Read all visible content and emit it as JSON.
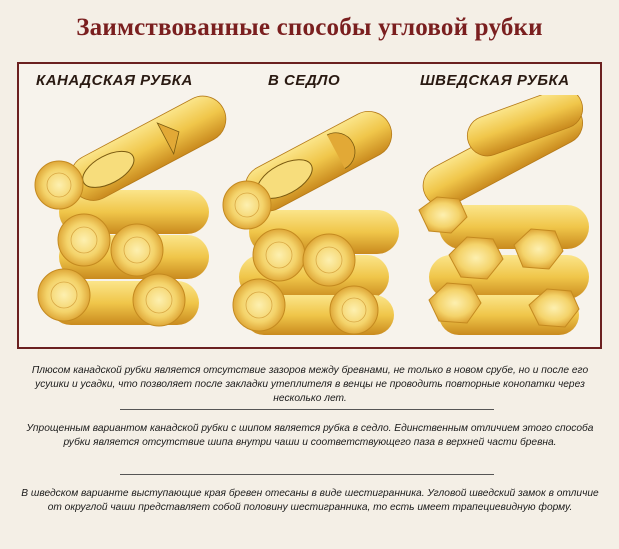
{
  "title": "Заимствованные способы угловой рубки",
  "methods": [
    {
      "label": "КАНАДСКАЯ РУБКА"
    },
    {
      "label": "В СЕДЛО"
    },
    {
      "label": "ШВЕДСКАЯ РУБКА"
    }
  ],
  "paragraphs": [
    "Плюсом канадской рубки является отсутствие зазоров между бревнами, не только в новом срубе, но и после его усушки и усадки, что позволяет после закладки утеплителя в венцы не проводить повторные конопатки через несколько лет.",
    "Упрощенным вариантом канадской рубки с шипом является рубка в седло. Единственным отличием этого способа рубки является отсутствие шипа внутри чаши и соответствующего паза в верхней части бревна.",
    "В шведском варианте выступающие края бревен отесаны в виде шестигранника. Угловой шведский замок в отличие от округлой чаши представляет собой половину шестигранника, то есть имеет трапециевидную форму."
  ],
  "colors": {
    "title": "#7a1f1f",
    "frame": "#6b2020",
    "wood_light": "#f6d96a",
    "wood_mid": "#e9b93a",
    "wood_dark": "#c98a1e"
  }
}
